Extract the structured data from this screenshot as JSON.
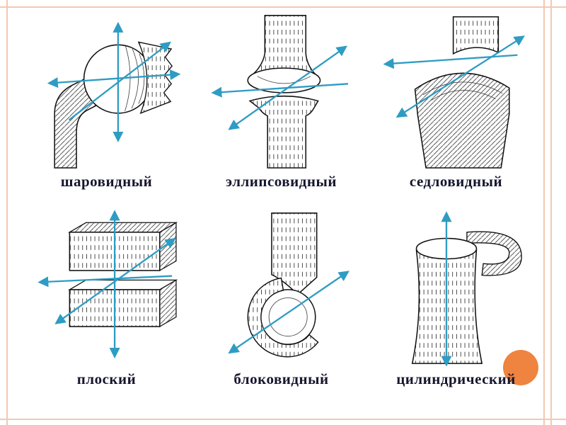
{
  "slide": {
    "background": "#FFFFFF",
    "frame_color": "#F2C9B1",
    "accent_circle_color": "#EE8440",
    "arrow_color": "#2E9CC3",
    "label_color": "#16162E"
  },
  "figures": [
    {
      "id": "ball",
      "label": "шаровидный"
    },
    {
      "id": "ellipsoid",
      "label": "эллипсовидный"
    },
    {
      "id": "saddle",
      "label": "седловидный"
    },
    {
      "id": "plane",
      "label": "плоский"
    },
    {
      "id": "trochlear",
      "label": "блоковидный"
    },
    {
      "id": "cylindrical",
      "label": "цилиндрический"
    }
  ]
}
